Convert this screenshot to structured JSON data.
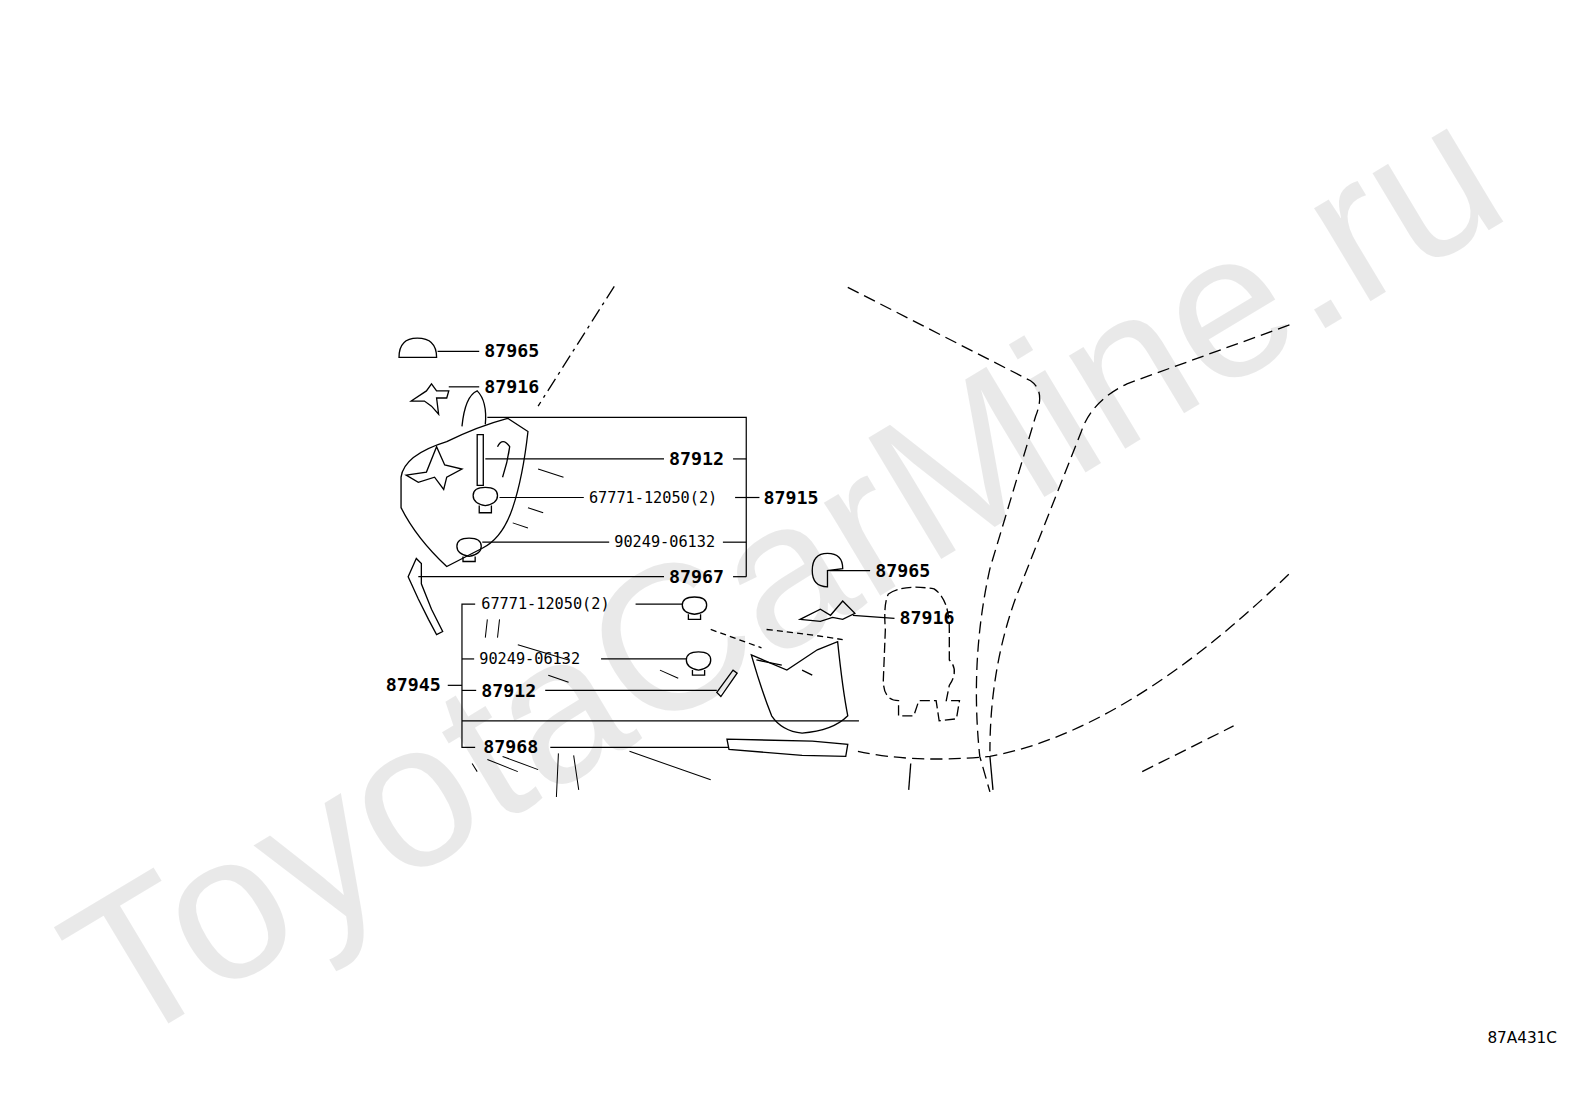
{
  "diagram": {
    "labels": [
      "87965",
      "87916",
      "87912",
      "67771-12050(2)",
      "87915",
      "90249-06132",
      "87967",
      "87965",
      "67771-12050(2)",
      "87916",
      "90249-06132",
      "87945",
      "87912",
      "87968",
      "87A431C",
      "ToyotaCarMine.ru"
    ]
  }
}
